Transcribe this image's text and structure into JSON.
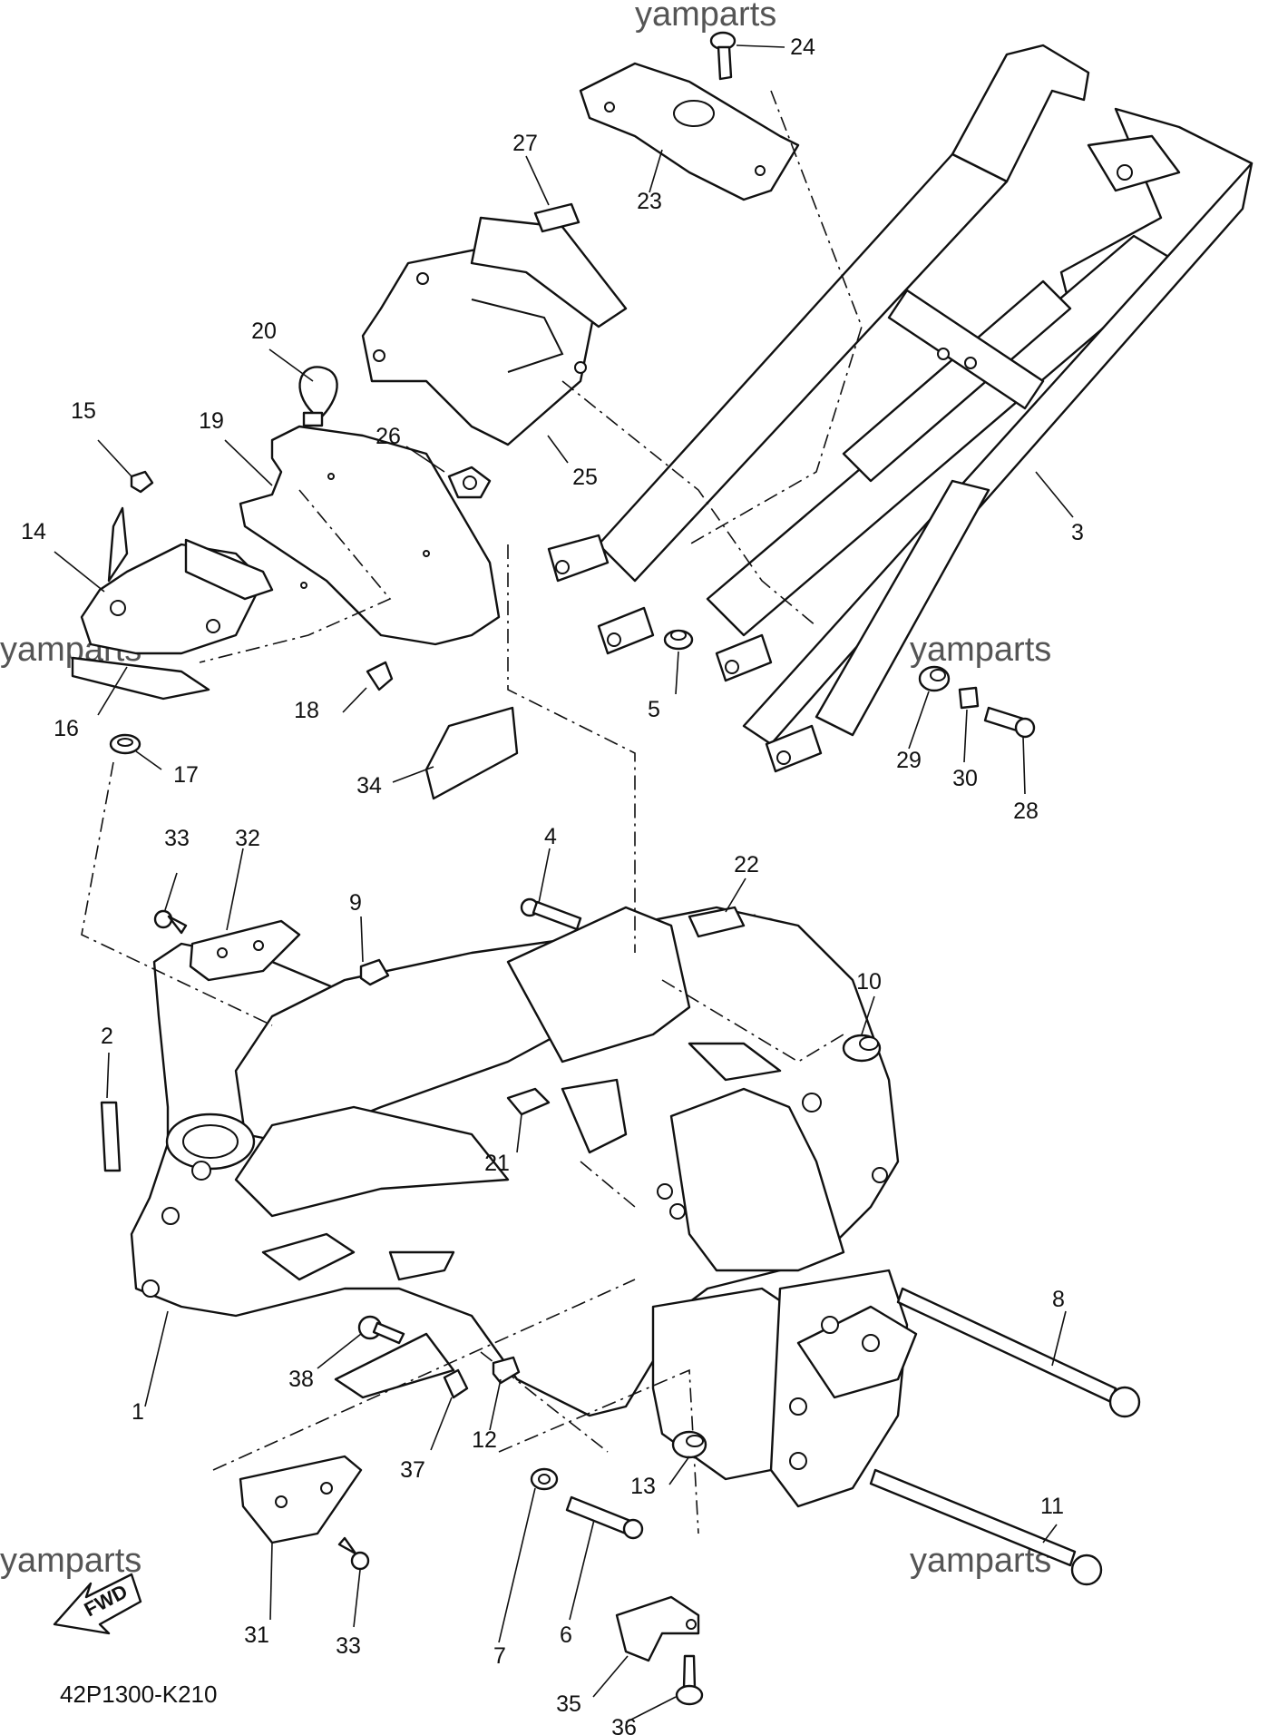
{
  "diagram_code": "42P1300-K210",
  "watermark": "yamparts",
  "fwd_label": "FWD",
  "callouts": [
    "1",
    "2",
    "3",
    "4",
    "5",
    "6",
    "7",
    "8",
    "9",
    "10",
    "11",
    "12",
    "13",
    "14",
    "15",
    "16",
    "17",
    "18",
    "19",
    "20",
    "21",
    "22",
    "23",
    "24",
    "25",
    "26",
    "27",
    "28",
    "29",
    "30",
    "31",
    "32",
    "33",
    "33",
    "34",
    "35",
    "36",
    "37",
    "38"
  ]
}
